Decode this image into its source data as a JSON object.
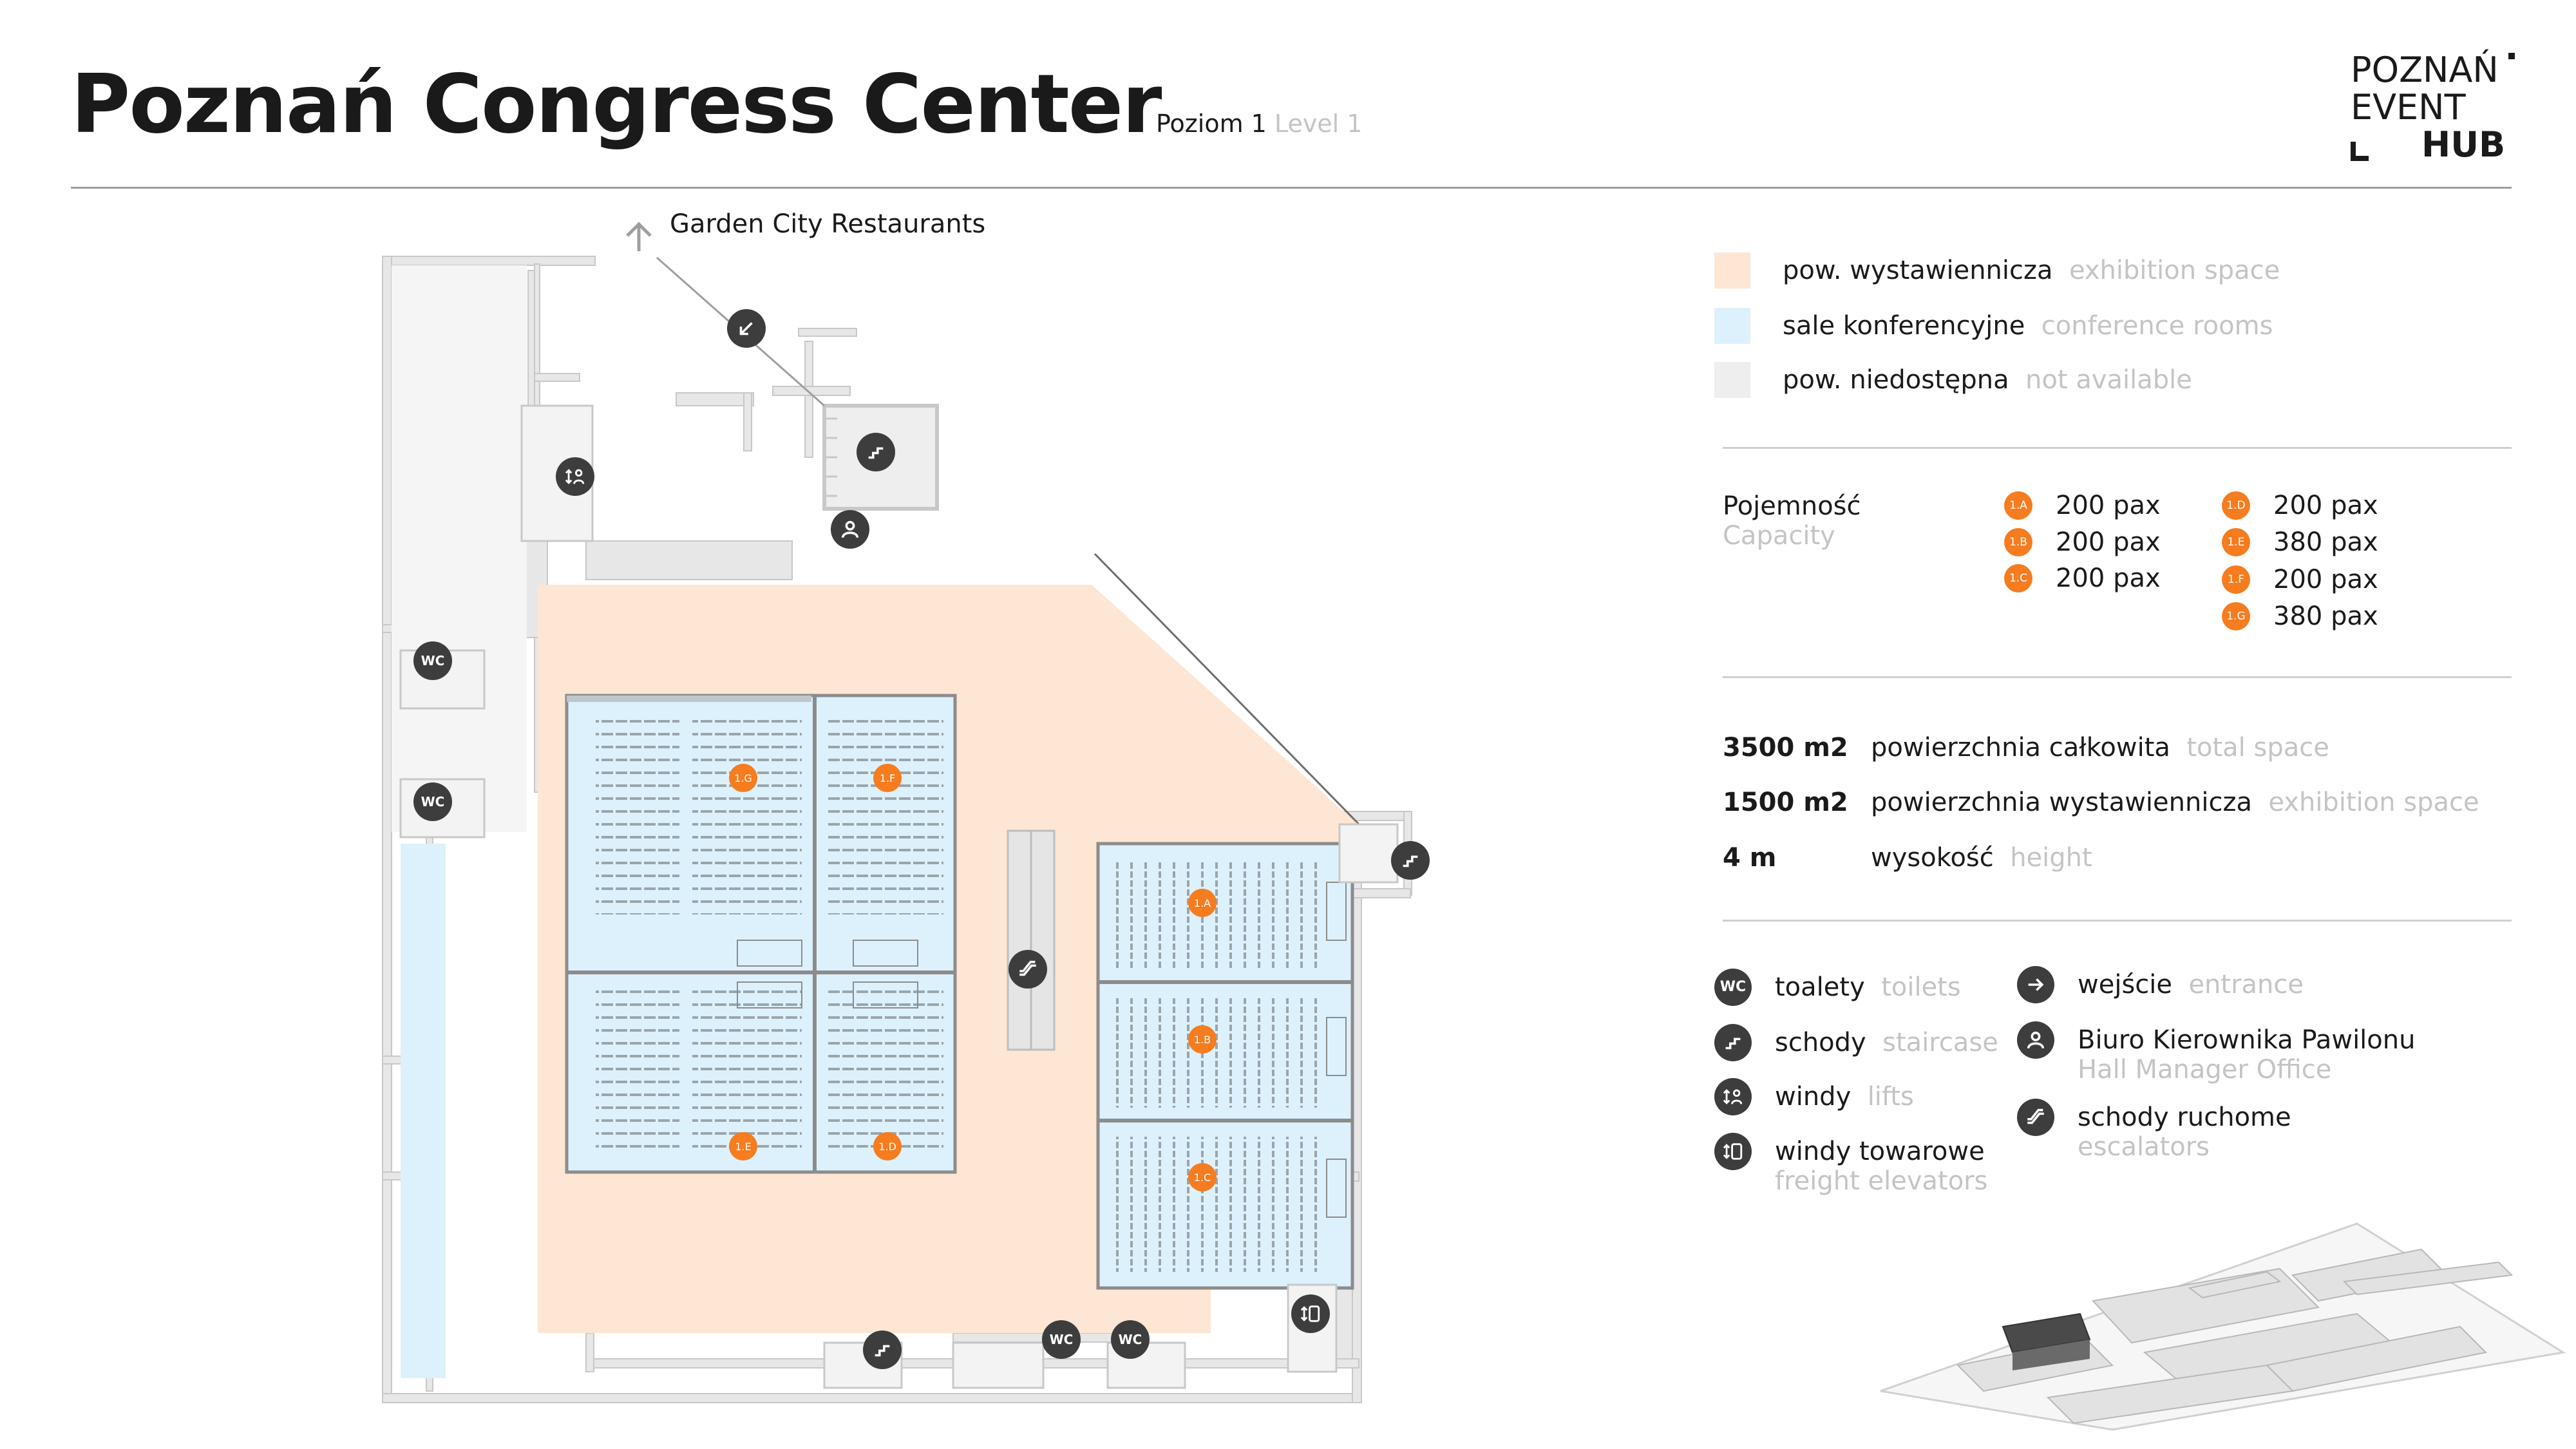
{
  "header": {
    "title": "Poznań Congress Center",
    "level_pl": "Poziom 1",
    "level_en": "Level 1",
    "logo_line1": "POZNAŃ",
    "logo_line2": "EVENT",
    "logo_line3": "HUB"
  },
  "map": {
    "garden_label": "Garden City Restaurants",
    "rooms": [
      {
        "id": "1.G"
      },
      {
        "id": "1.F"
      },
      {
        "id": "1.E"
      },
      {
        "id": "1.D"
      },
      {
        "id": "1.A"
      },
      {
        "id": "1.B"
      },
      {
        "id": "1.C"
      }
    ],
    "icons": {
      "wc": "WC",
      "escalator": "escalator-icon",
      "stairs": "stairs-icon",
      "lift": "lift-icon",
      "freight": "freight-elevator-icon",
      "office": "office-icon",
      "entrance": "entrance-icon"
    }
  },
  "legend": {
    "items": [
      {
        "pl": "pow. wystawiennicza",
        "en": "exhibition space",
        "color": "#fde6d3"
      },
      {
        "pl": "sale konferencyjne",
        "en": "conference rooms",
        "color": "#ddf1fc"
      },
      {
        "pl": "pow. niedostępna",
        "en": "not available",
        "color": "#eeeeee"
      }
    ]
  },
  "capacity": {
    "label_pl": "Pojemność",
    "label_en": "Capacity",
    "rooms": [
      {
        "id": "1.A",
        "value": "200 pax"
      },
      {
        "id": "1.B",
        "value": "200 pax"
      },
      {
        "id": "1.C",
        "value": "200 pax"
      },
      {
        "id": "1.D",
        "value": "200 pax"
      },
      {
        "id": "1.E",
        "value": "380 pax"
      },
      {
        "id": "1.F",
        "value": "200 pax"
      },
      {
        "id": "1.G",
        "value": "380 pax"
      }
    ]
  },
  "stats": [
    {
      "value": "3500 m2",
      "pl": "powierzchnia całkowita",
      "en": "total space"
    },
    {
      "value": "1500 m2",
      "pl": "powierzchnia wystawiennicza",
      "en": "exhibition space"
    },
    {
      "value": "4 m",
      "pl": "wysokość",
      "en": "height"
    }
  ],
  "key": {
    "toilets_pl": "toalety",
    "toilets_en": "toilets",
    "stairs_pl": "schody",
    "stairs_en": "staircase",
    "lifts_pl": "windy",
    "lifts_en": "lifts",
    "freight_pl": "windy towarowe",
    "freight_en": "freight elevators",
    "entrance_pl": "wejście",
    "entrance_en": "entrance",
    "office_pl": "Biuro Kierownika Pawilonu",
    "office_en": "Hall Manager Office",
    "escalators_pl": "schody ruchome",
    "escalators_en": "escalators",
    "wc_text": "WC"
  },
  "colors": {
    "accent": "#f57c1f",
    "icon_bg": "#3d3d3d",
    "exhibition": "#fde6d3",
    "conference": "#ddf1fc",
    "unavailable": "#eeeeee"
  }
}
